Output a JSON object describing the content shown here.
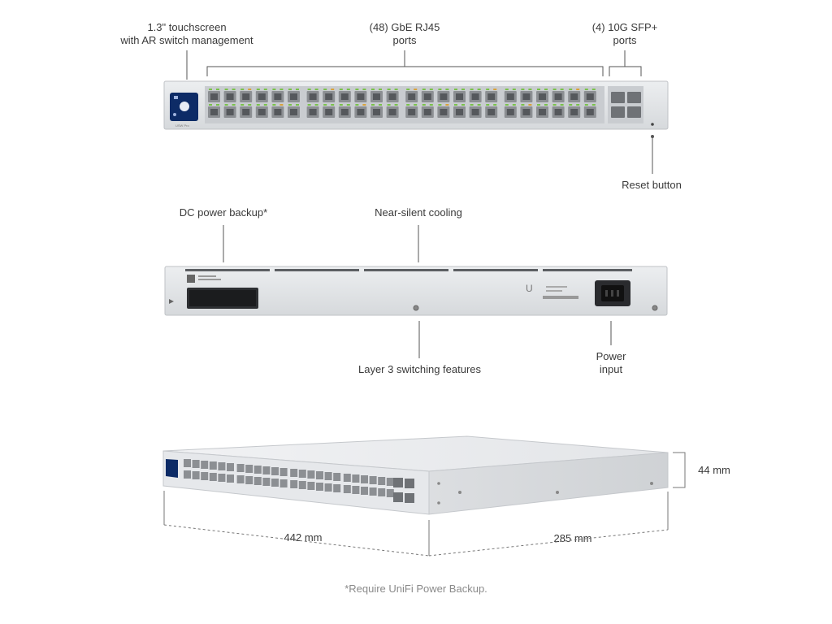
{
  "front_view": {
    "touchscreen": {
      "line1": "1.3\" touchscreen",
      "line2": "with AR switch management"
    },
    "rj45_ports": {
      "line1": "(48) GbE RJ45",
      "line2": "ports"
    },
    "sfp_ports": {
      "line1": "(4) 10G SFP+",
      "line2": "ports"
    },
    "reset_button": "Reset button",
    "model_label": "USW Pro",
    "rj45_port_count": 48,
    "sfp_port_count": 4
  },
  "rear_view": {
    "dc_power_backup": "DC power backup*",
    "cooling": "Near-silent cooling",
    "layer3": "Layer 3 switching features",
    "power_input": {
      "line1": "Power",
      "line2": "input"
    }
  },
  "dimensions": {
    "height": "44 mm",
    "width": "442 mm",
    "depth": "285 mm"
  },
  "footnote": "*Require UniFi Power Backup.",
  "colors": {
    "chassis": "#e2e4e7",
    "port": "#8c8f93",
    "led_green": "#79c24a",
    "led_amber": "#d9a23a",
    "screen": "#0d2b66"
  }
}
